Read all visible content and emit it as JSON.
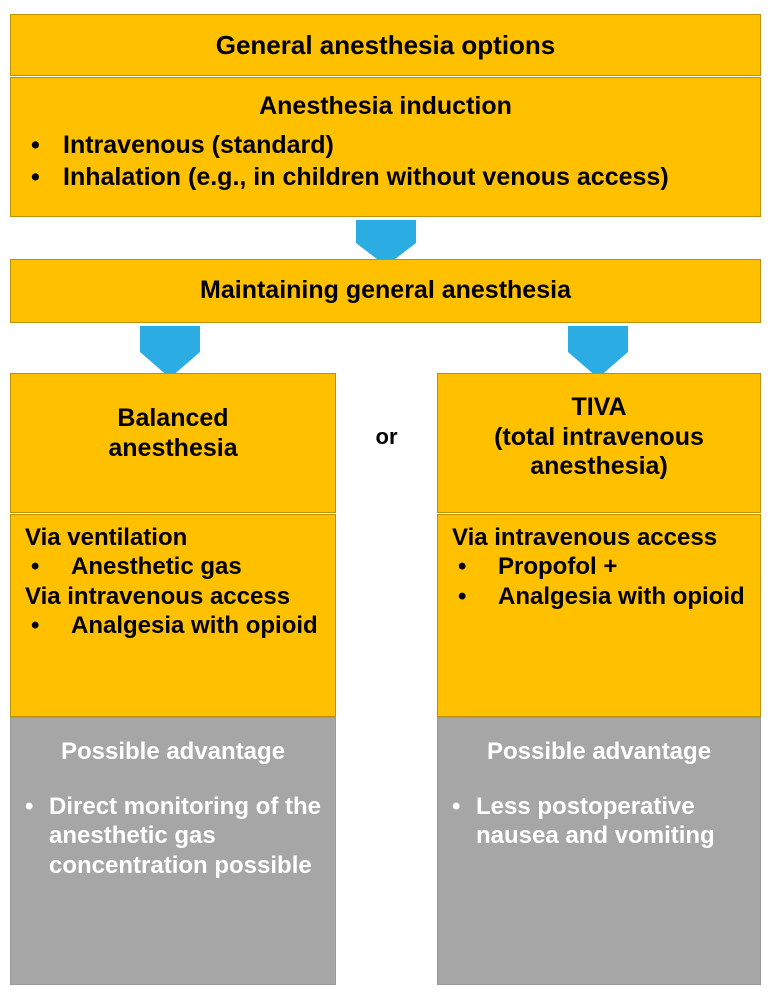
{
  "diagram": {
    "title": "General anesthesia options",
    "colors": {
      "box_fill": "#FFC000",
      "box_border": "#BF9000",
      "gray_fill": "#A6A6A6",
      "gray_border": "#9A9A9A",
      "arrow": "#2BADE4",
      "text_dark": "#000000",
      "text_light": "#FFFFFF"
    },
    "bullet_glyph": "•",
    "header": {
      "title": "General anesthesia options"
    },
    "induction": {
      "title": "Anesthesia induction",
      "items": [
        "Intravenous (standard)",
        "Inhalation (e.g., in children without venous access)"
      ]
    },
    "maintaining": {
      "title": "Maintaining general anesthesia"
    },
    "connector_or": "or",
    "branches": [
      {
        "id": "balanced",
        "title": "Balanced\nanesthesia",
        "title_lines": [
          "Balanced",
          "anesthesia"
        ],
        "detail_groups": [
          {
            "heading": "Via ventilation",
            "items": [
              "Anesthetic gas"
            ]
          },
          {
            "heading": "Via intravenous access",
            "items": [
              "Analgesia with opioid"
            ]
          }
        ],
        "advantage": {
          "title": "Possible advantage",
          "items": [
            "Direct monitoring of the anesthetic gas concentration possible"
          ]
        }
      },
      {
        "id": "tiva",
        "title": "TIVA\n(total intravenous\nanesthesia)",
        "title_lines": [
          "TIVA",
          "(total intravenous",
          "anesthesia)"
        ],
        "detail_groups": [
          {
            "heading": "Via intravenous access",
            "items": [
              "Propofol +",
              "Analgesia with opioid"
            ]
          }
        ],
        "advantage": {
          "title": "Possible advantage",
          "items": [
            "Less postoperative nausea and vomiting"
          ]
        }
      }
    ],
    "arrows": [
      {
        "name": "arrow-induction-to-maintaining"
      },
      {
        "name": "arrow-to-balanced"
      },
      {
        "name": "arrow-to-tiva"
      }
    ]
  }
}
